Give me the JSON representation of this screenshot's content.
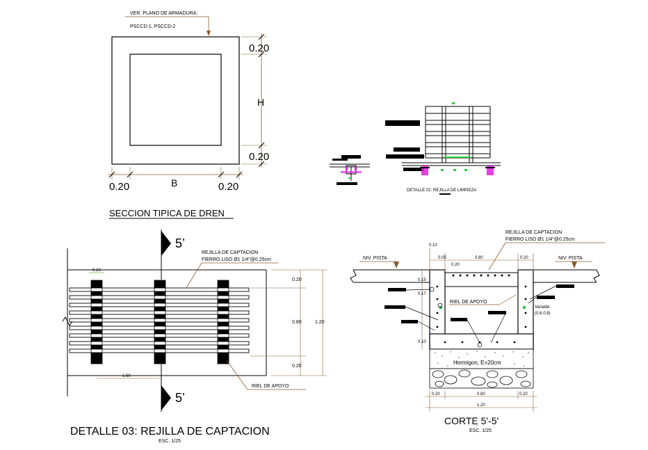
{
  "section_a": {
    "note_line1": "VER. PLANO DE ARMADURA:",
    "note_line2": "PSCCD-1, PSCCD-2",
    "dim_top": "0.20",
    "dim_h": "H",
    "dim_bottom": "0.20",
    "dim_left": "0.20",
    "dim_b": "B",
    "dim_right": "0.20",
    "title": "SECCION TIPICA DE DREN"
  },
  "detail_02": {
    "title": "DETALLE 02: REJILLA DE LIMPIEZA"
  },
  "detail_03": {
    "section_mark_top": "5’",
    "section_mark_bottom": "5’",
    "label_grate_1": "REJILLA DE CAPTACION",
    "label_grate_2": "FIERRO LISO Ø1 1/4\"@0.25cm",
    "label_rail": "RIEL DE APOYO",
    "dim_spacing_top": "0.10",
    "dim_right_top": "0.20",
    "dim_right_mid": "0.80",
    "dim_right_bottom": "0.20",
    "dim_total": "1.20",
    "dim_bottom": "1.50",
    "title": "DETALLE 03: REJILLA DE CAPTACION",
    "scale": "ESC. 1/25"
  },
  "corte": {
    "label_grate_1": "REJILLA DE CAPTACION",
    "label_grate_2": "FIERRO LISO Ø1 1/4\"@0.25cm",
    "niv_left": "NIV. PISTA",
    "niv_right": "NIV. PISTA",
    "dim_top_10": "0.10",
    "dim_top_05": "0.05",
    "dim_top_80": "0.80",
    "dim_top_20": "0.20",
    "dim_top_20b": "0.20",
    "dim_left_015": "0.15",
    "dim_left_017": "0.17",
    "dim_left_010": "0.10",
    "label_rail": "RIEL DE APOYO",
    "label_variable": "Variable",
    "label_variable_range": "(0.6-0.8)",
    "label_concrete": "Hormigon, E=20cm",
    "dim_bottom_20a": "0.20",
    "dim_bottom_80": "0.80",
    "dim_bottom_20b": "0.20",
    "dim_bottom_total": "1.20",
    "title": "CORTE 5'-5'",
    "scale": "ESC. 1/25"
  },
  "colors": {
    "dimension": "#8b5a2b",
    "dim_green": "#7cb342",
    "accent_green": "#2ecc40",
    "accent_magenta": "#e020e0"
  }
}
